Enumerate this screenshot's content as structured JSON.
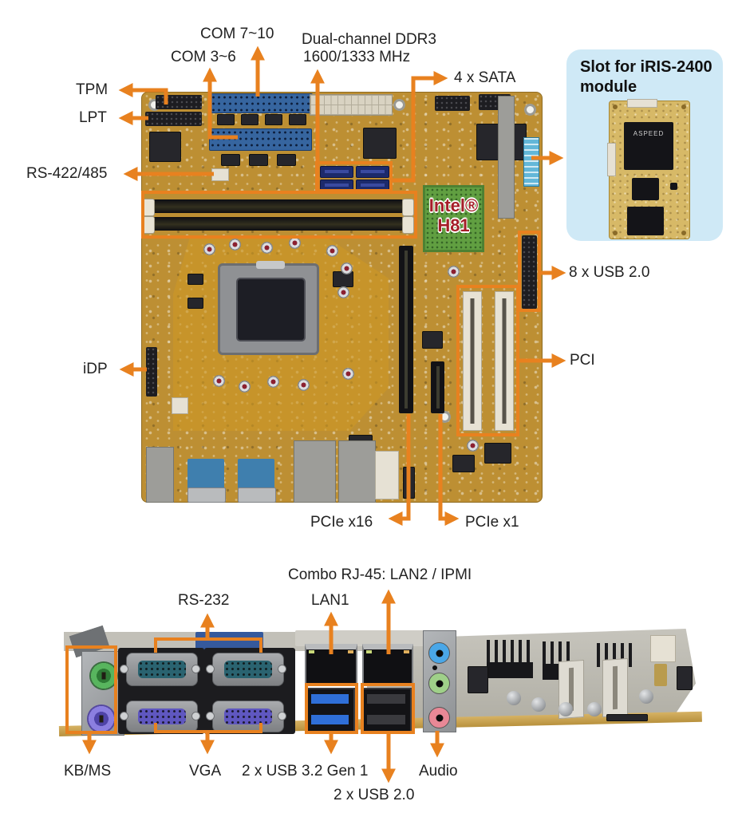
{
  "colors": {
    "accent_orange": "#E8811F",
    "iris_box_background": "#CFE9F6",
    "pcb_gold": "#BD8F33",
    "chipset_green": "#619F41",
    "chipset_text_red": "#A51E28"
  },
  "main_view": {
    "labels": {
      "tpm": "TPM",
      "lpt": "LPT",
      "rs422_485": "RS-422/485",
      "com_3_6": "COM 3~6",
      "com_7_10": "COM 7~10",
      "ddr3_line1": "Dual-channel DDR3",
      "ddr3_line2": "1600/1333 MHz",
      "sata": "4 x SATA",
      "usb2_headers": "8 x USB 2.0",
      "pci": "PCI",
      "idp": "iDP",
      "pcie_x16": "PCIe x16",
      "pcie_x1": "PCIe x1"
    },
    "chipset_badge": {
      "line1": "Intel®",
      "line2": "H81"
    },
    "iris_callout": {
      "title_line1": "Slot for iRIS-2400",
      "title_line2": "module",
      "chip_text": "ASPEED"
    }
  },
  "rear_view": {
    "labels": {
      "combo_rj45": "Combo RJ-45: LAN2 / IPMI",
      "rs232": "RS-232",
      "lan1": "LAN1",
      "kb_ms": "KB/MS",
      "vga": "VGA",
      "usb32": "2 x USB 3.2 Gen 1",
      "audio": "Audio",
      "usb20": "2 x USB 2.0"
    }
  }
}
